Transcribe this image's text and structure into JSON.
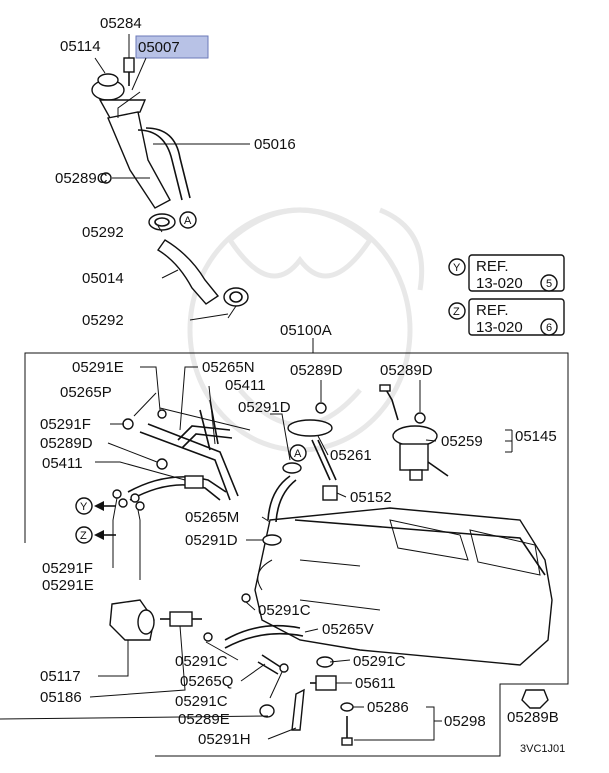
{
  "highlight_part": "05007",
  "labels": {
    "p05284": "05284",
    "p05114": "05114",
    "p05007": "05007",
    "p05016": "05016",
    "p05289C": "05289C",
    "p05292a": "05292",
    "p05014": "05014",
    "p05292b": "05292",
    "p05100A": "05100A",
    "p05291E_top": "05291E",
    "p05265N": "05265N",
    "p05265P": "05265P",
    "p05411_top": "05411",
    "p05289D_mid": "05289D",
    "p05289D_right": "05289D",
    "p05291F_top": "05291F",
    "p05291D_mid": "05291D",
    "p05289D_left": "05289D",
    "p05261": "05261",
    "p05259": "05259",
    "p05145": "05145",
    "p05411_left": "05411",
    "p05152": "05152",
    "p05265M": "05265M",
    "p05291D_low": "05291D",
    "p05291F_low": "05291F",
    "p05291E_low": "05291E",
    "p05291C_a": "05291C",
    "p05265V": "05265V",
    "p05117": "05117",
    "p05291C_b": "05291C",
    "p05291C_c": "05291C",
    "p05186": "05186",
    "p05265Q": "05265Q",
    "p05611": "05611",
    "p05291C_d": "05291C",
    "p05289E": "05289E",
    "p05286": "05286",
    "p05298": "05298",
    "p05291H": "05291H",
    "p05289B": "05289B",
    "code": "3VC1J01"
  },
  "markers": {
    "A": "A",
    "Y": "Y",
    "Z": "Z"
  },
  "refs": [
    {
      "marker": "Y",
      "line1": "REF.",
      "line2": "13-020",
      "num": "5"
    },
    {
      "marker": "Z",
      "line1": "REF.",
      "line2": "13-020",
      "num": "6"
    }
  ]
}
